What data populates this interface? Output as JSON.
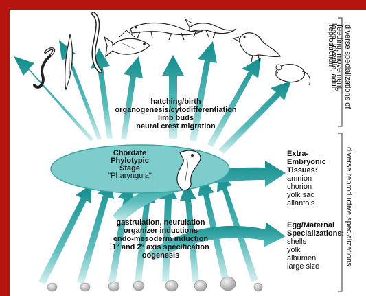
{
  "center": {
    "title_lines": [
      "Chordate",
      "Phylotypic",
      "Stage"
    ],
    "subtitle": "\"Pharyngula\""
  },
  "upper_processes": [
    "hatching/birth",
    "organogenesis/cytodifferentiation",
    "limb buds",
    "neural crest migration"
  ],
  "lower_processes": [
    "gastrulation, neurulation",
    "organizer inductions",
    "endo-mesoderm induction",
    "1° and 2° axis specification",
    "oogenesis"
  ],
  "extra_embryonic": {
    "heading_lines": [
      "Extra-",
      "Embryonic",
      "Tissues:"
    ],
    "items": [
      "amnion",
      "chorion",
      "yolk sac",
      "allantois"
    ]
  },
  "egg_maternal": {
    "heading_lines": [
      "Egg/Maternal",
      "Specializations:"
    ],
    "items": [
      "shells",
      "yolk",
      "albumen",
      "large size"
    ]
  },
  "side_labels": {
    "stage_label": "larva, juvenile, adult",
    "upper_bracket_lines": [
      "diverse specializations of",
      "feeding, movement,",
      "reproduction"
    ],
    "lower_bracket": "diverse reproductive specializations"
  },
  "animals": [
    "lamprey-larva",
    "amphioxus",
    "eel",
    "fish",
    "salamander",
    "lizard",
    "bird",
    "mouse"
  ],
  "colors": {
    "frame": "#b7140f",
    "arrow": "#1f9a9a",
    "ellipse": "#7fcccc",
    "ellipse_edge": "#3aa5a5",
    "egg": "#c9c9c9"
  }
}
